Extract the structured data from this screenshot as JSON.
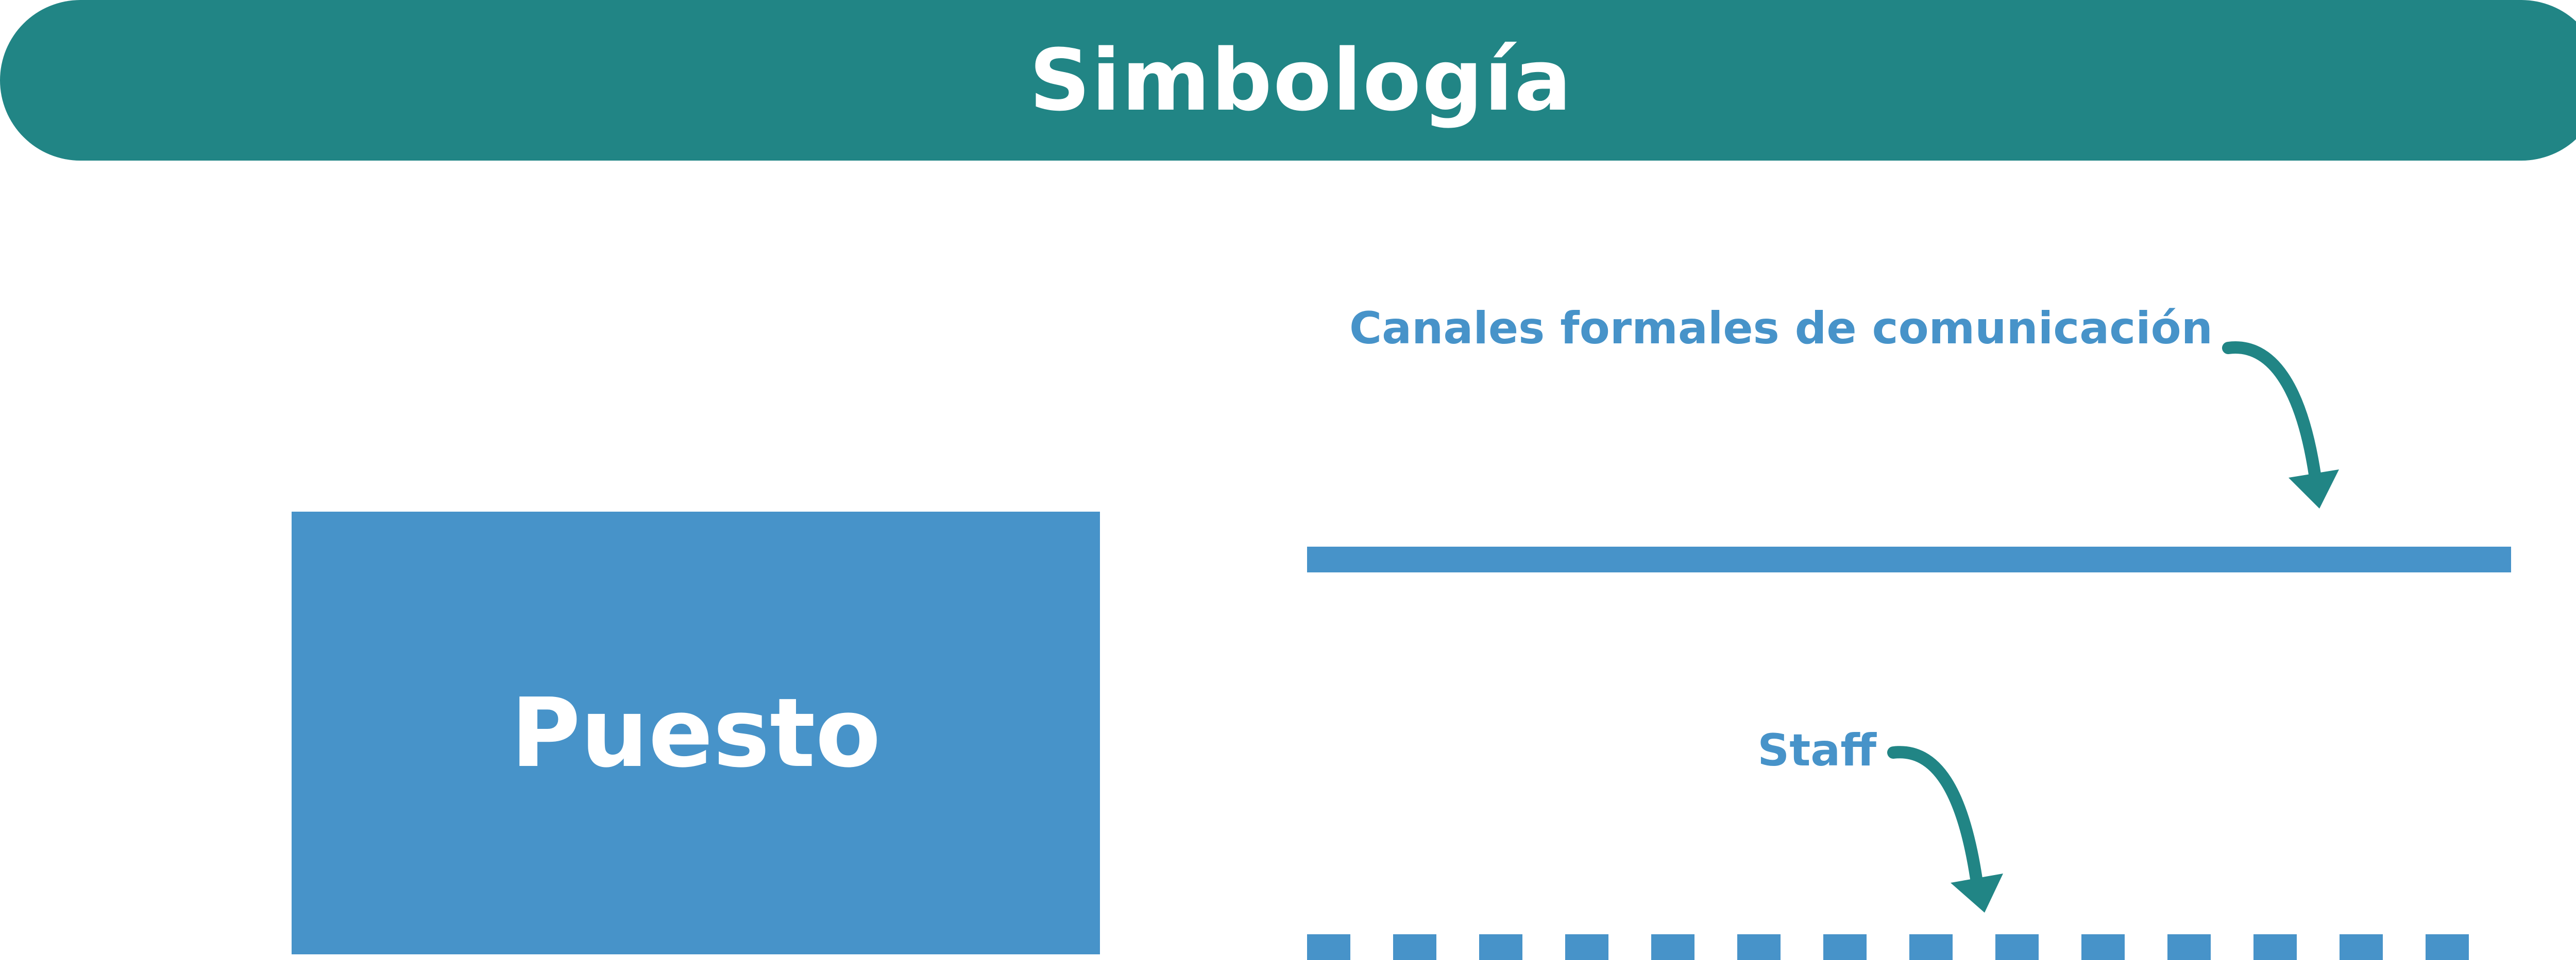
{
  "header": {
    "title": "Simbología"
  },
  "shapes": {
    "position_box_label": "Puesto"
  },
  "legend": {
    "formal_channels_label": "Canales formales de comunicación",
    "staff_label": "Staff"
  },
  "colors": {
    "header_background": "#218585",
    "box_fill": "#4793c9",
    "line_color": "#4793c9",
    "arrow_color": "#218585",
    "text_light": "#ffffff"
  },
  "icons": {
    "formal_arrow": "curved-arrow-icon",
    "staff_arrow": "curved-arrow-icon"
  }
}
